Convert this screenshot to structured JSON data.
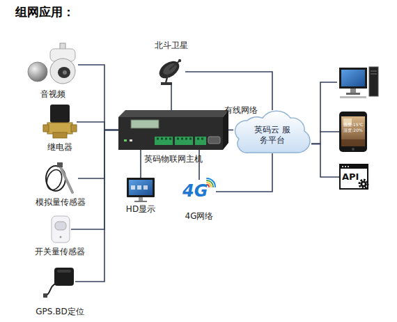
{
  "diagram": {
    "title": "组网应用：",
    "nodes": [
      {
        "text": [
          "北斗卫星"
        ]
      },
      {
        "text": [
          "音视频"
        ]
      },
      {
        "text": [
          "英码物联网主机"
        ]
      },
      {
        "text": [
          "英码云 服务平台"
        ]
      },
      {
        "text": [
          "温度:15℃ 湿度:20%"
        ]
      },
      {
        "text": [
          "继电器"
        ]
      },
      {
        "text": [
          "API"
        ]
      },
      {
        "text": [
          "HD显示"
        ]
      },
      {
        "text": [
          "4G",
          "4G网络"
        ]
      },
      {
        "text": [
          "模拟量传感器"
        ]
      },
      {
        "text": [
          "开关量传感器"
        ]
      },
      {
        "text": [
          "GPS.BD定位"
        ]
      }
    ],
    "edges": [
      {
        "from": 2,
        "to": 0,
        "arrow": "none"
      },
      {
        "from": 0,
        "to": 3,
        "arrow": "none"
      },
      {
        "from": 2,
        "to": 3,
        "label": "有线网络",
        "arrow": "none"
      },
      {
        "from": 2,
        "to": 7,
        "arrow": "none"
      },
      {
        "from": 2,
        "to": 8,
        "arrow": "none"
      },
      {
        "from": 8,
        "to": 3,
        "arrow": "none"
      },
      {
        "from": 2,
        "to": 1,
        "arrow": "none"
      },
      {
        "from": 2,
        "to": 5,
        "arrow": "none"
      },
      {
        "from": 2,
        "to": 9,
        "arrow": "none"
      },
      {
        "from": 2,
        "to": 10,
        "arrow": "none"
      },
      {
        "from": 2,
        "to": 11,
        "arrow": "none"
      },
      {
        "from": 3,
        "to": 4,
        "arrow": "none"
      },
      {
        "from": 3,
        "to": 6,
        "arrow": "none"
      }
    ]
  }
}
